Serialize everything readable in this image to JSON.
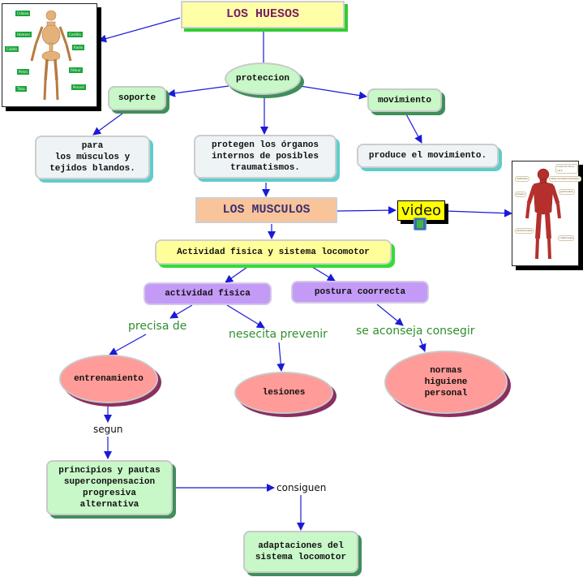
{
  "diagram": {
    "title": "LOS HUESOS",
    "nodes": {
      "huesos": "LOS HUESOS",
      "proteccion": "proteccion",
      "soporte": "soporte",
      "movimiento": "movimiento",
      "para": "para\nlos músculos y\ntejidos blandos.",
      "protegen": "protegen los órganos\ninternos de posibles\ntraumatismos.",
      "produce": "produce el movimiento.",
      "musculos": "LOS MUSCULOS",
      "video": "video",
      "actividad_sistema": "Actividad fisica y sistema locomotor",
      "actividad_fisica": "actividad fisica",
      "postura": "postura coorrecta",
      "entrenamiento": "entrenamiento",
      "lesiones": "lesiones",
      "normas": "normas\nhiguiene\npersonal",
      "principios": "principios y pautas\nsuperconpensacion\nprogresiva\nalternativa",
      "adaptaciones": "adaptaciones del\nsistema locomotor"
    },
    "link_labels": {
      "precisa": "precisa de",
      "nesecita": "nesecita prevenir",
      "aconseja": "se aconseja consegir",
      "segun": "segun",
      "consiguen": "consiguen"
    },
    "skeleton_image": {
      "labels": [
        "Cráneo",
        "Húmero",
        "Costilla",
        "Cúbito",
        "Radio",
        "Pelvis",
        "Fémur",
        "Tibia",
        "Peroné"
      ]
    },
    "muscle_image": {
      "labels": [
        "músculo de la cara",
        "deltoides",
        "esternocleidomastoideo",
        "bíceps",
        "pectorales",
        "abdominales",
        "cuádriceps"
      ]
    },
    "colors": {
      "edge": "#1a1ad8",
      "title_text": "#7a2062",
      "link_label_green": "#2f8f2f"
    }
  }
}
